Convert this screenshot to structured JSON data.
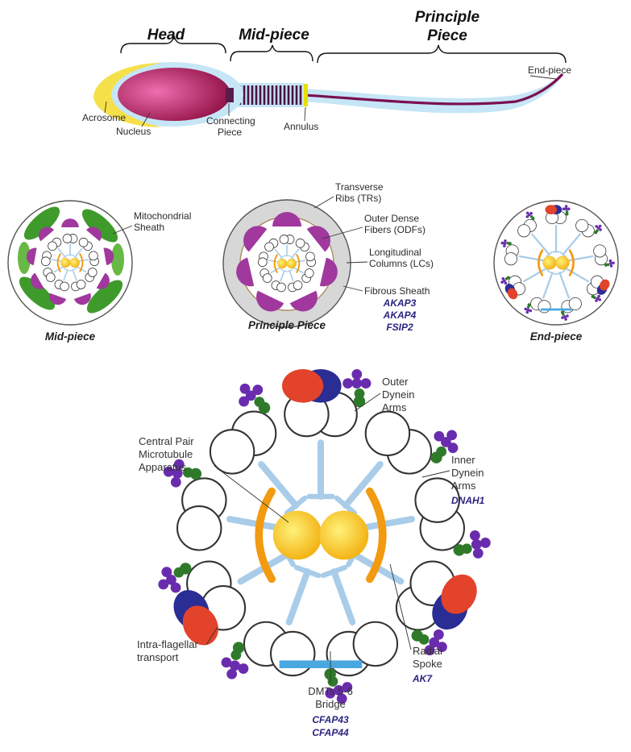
{
  "colors": {
    "acrosome": "#f5e04a",
    "membrane": "#bfe3f5",
    "nucleus": "#c2185b",
    "midpiece": "#5a1a4a",
    "flagellum": "#7a1050",
    "annulus": "#e8e000",
    "mitochondria": "#3f9a2c",
    "odf": "#a0389e",
    "fibrous_sheath": "#d7d7d7",
    "central_pair": "#f8c820",
    "central_sheath": "#f29a10",
    "radial_spoke": "#a9cce8",
    "inner_dynein": "#6a2cae",
    "nexin": "#2f7a2a",
    "outer_dynein_a": "#e2432a",
    "outer_dynein_b": "#2a2d94",
    "gene_text": "#2a2580"
  },
  "sperm": {
    "sections": {
      "head": "Head",
      "midpiece": "Mid-piece",
      "principle_line1": "Principle",
      "principle_line2": "Piece"
    },
    "labels": {
      "end_piece": "End-piece",
      "acrosome": "Acrosome",
      "nucleus": "Nucleus",
      "connecting_line1": "Connecting",
      "connecting_line2": "Piece",
      "annulus": "Annulus"
    }
  },
  "cross_sections": {
    "midpiece": {
      "label1": "Mitochondrial",
      "label2": "Sheath",
      "caption": "Mid-piece"
    },
    "principle": {
      "tr1": "Transverse",
      "tr2": "Ribs (TRs)",
      "odf1": "Outer Dense",
      "odf2": "Fibers (ODFs)",
      "lc1": "Longitudinal",
      "lc2": "Columns (LCs)",
      "fs": "Fibrous Sheath",
      "gene1": "AKAP3",
      "gene2": "AKAP4",
      "gene3": "FSIP2",
      "caption": "Principle Piece"
    },
    "endpiece": {
      "caption": "End-piece"
    }
  },
  "axoneme": {
    "outer_dynein1": "Outer",
    "outer_dynein2": "Dynein",
    "outer_dynein3": "Arms",
    "inner_dynein1": "Inner",
    "inner_dynein2": "Dynein",
    "inner_dynein3": "Arms",
    "inner_gene": "DNAH1",
    "cp1": "Central Pair",
    "cp2": "Microtubule",
    "cp3": "Apparatus",
    "ift1": "Intra-flagellar",
    "ift2": "transport",
    "rs1": "Radial",
    "rs2": "Spoke",
    "rs_gene": "AK7",
    "dmt1": "DMTs 5-6",
    "dmt2": "Bridge",
    "dmt_gene1": "CFAP43",
    "dmt_gene2": "CFAP44"
  }
}
